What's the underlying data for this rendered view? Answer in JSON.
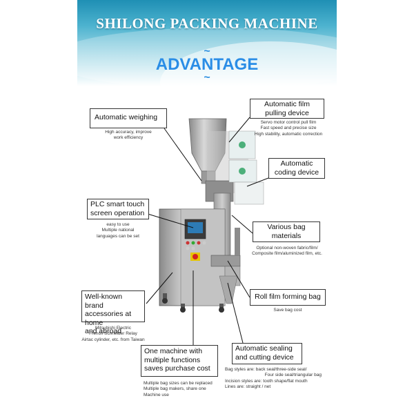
{
  "header": {
    "title": "SHILONG PACKING MACHINE",
    "tilde": "~",
    "advantage": "ADVANTAGE"
  },
  "features": {
    "weighing": {
      "title": "Automatic weighing",
      "desc": [
        "High accuracy, improve",
        "work efficiency"
      ]
    },
    "film_pulling": {
      "title": [
        "Automatic film",
        "pulling device"
      ],
      "desc": [
        "Servo motor control pull film",
        "Fast speed and precise size",
        "High stability, automatic correction"
      ]
    },
    "coding": {
      "title": [
        "Automatic",
        "coding device"
      ]
    },
    "plc": {
      "title": [
        "PLC smart touch",
        "screen operation"
      ],
      "desc": [
        "easy to use",
        "Multiple national",
        "languages can be set"
      ]
    },
    "bag_materials": {
      "title": [
        "Various bag",
        "materials"
      ],
      "desc": [
        "Optional non-woven fabric/film/",
        "Composite film/aluminized film, etc."
      ]
    },
    "brand": {
      "title": [
        "Well-known brand",
        "accessories at home",
        "and abroad"
      ],
      "desc": [
        "Mitsubishi Electric",
        "French Schneider Relay",
        "Airtac cylinder, etc. from Taiwan"
      ]
    },
    "roll_film": {
      "title": "Roll film forming bag",
      "desc": [
        "Save bag cost"
      ]
    },
    "one_machine": {
      "title": [
        "One machine with",
        "multiple functions",
        "saves purchase cost"
      ],
      "desc": [
        "Multiple bag sizes can be replaced",
        "Multiple bag makers, share one",
        "Machine use"
      ]
    },
    "sealing": {
      "title": [
        "Automatic sealing",
        "and cutting device"
      ],
      "desc": [
        "Bag styles are: back seal/three-side seal/",
        "Four side seal/triangular bag",
        "Incision styles are: tooth shape/flat mouth",
        "Lines are: straight / net"
      ]
    }
  },
  "colors": {
    "accent": "#2a8de6",
    "header_top": "#1f8fb4",
    "steel": "#b9b9b9"
  }
}
